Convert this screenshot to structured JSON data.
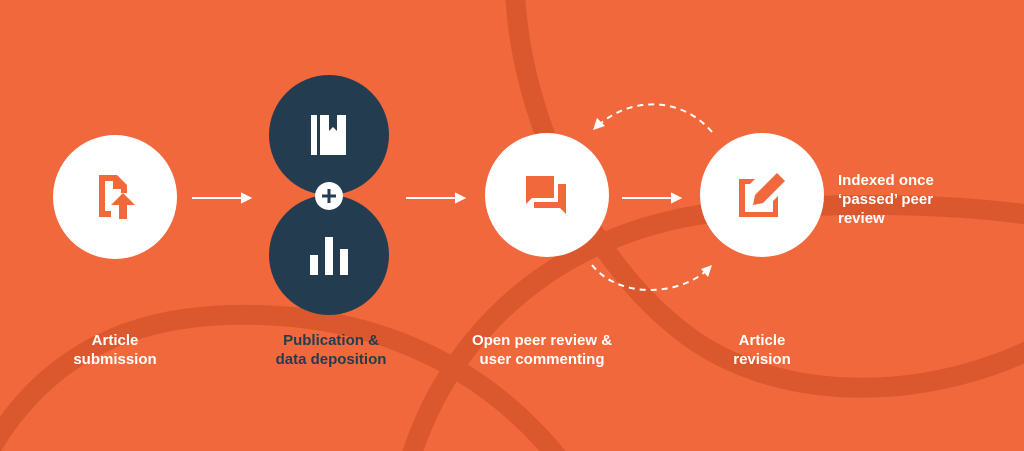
{
  "colors": {
    "background": "#f1683c",
    "arc": "#db582f",
    "dark": "#233c4f",
    "white": "#ffffff"
  },
  "steps": [
    {
      "icon": "upload-document-icon",
      "lines": [
        "Article",
        "submission"
      ]
    },
    {
      "icon": "book-and-chart-icon",
      "lines": [
        "Publication &",
        "data deposition"
      ]
    },
    {
      "icon": "chat-bubbles-icon",
      "lines": [
        "Open peer review &",
        "user commenting"
      ]
    },
    {
      "icon": "edit-document-icon",
      "lines": [
        "Article",
        "revision"
      ]
    }
  ],
  "outcome": {
    "lines": [
      "Indexed once",
      "‘passed’ peer",
      "review"
    ]
  }
}
